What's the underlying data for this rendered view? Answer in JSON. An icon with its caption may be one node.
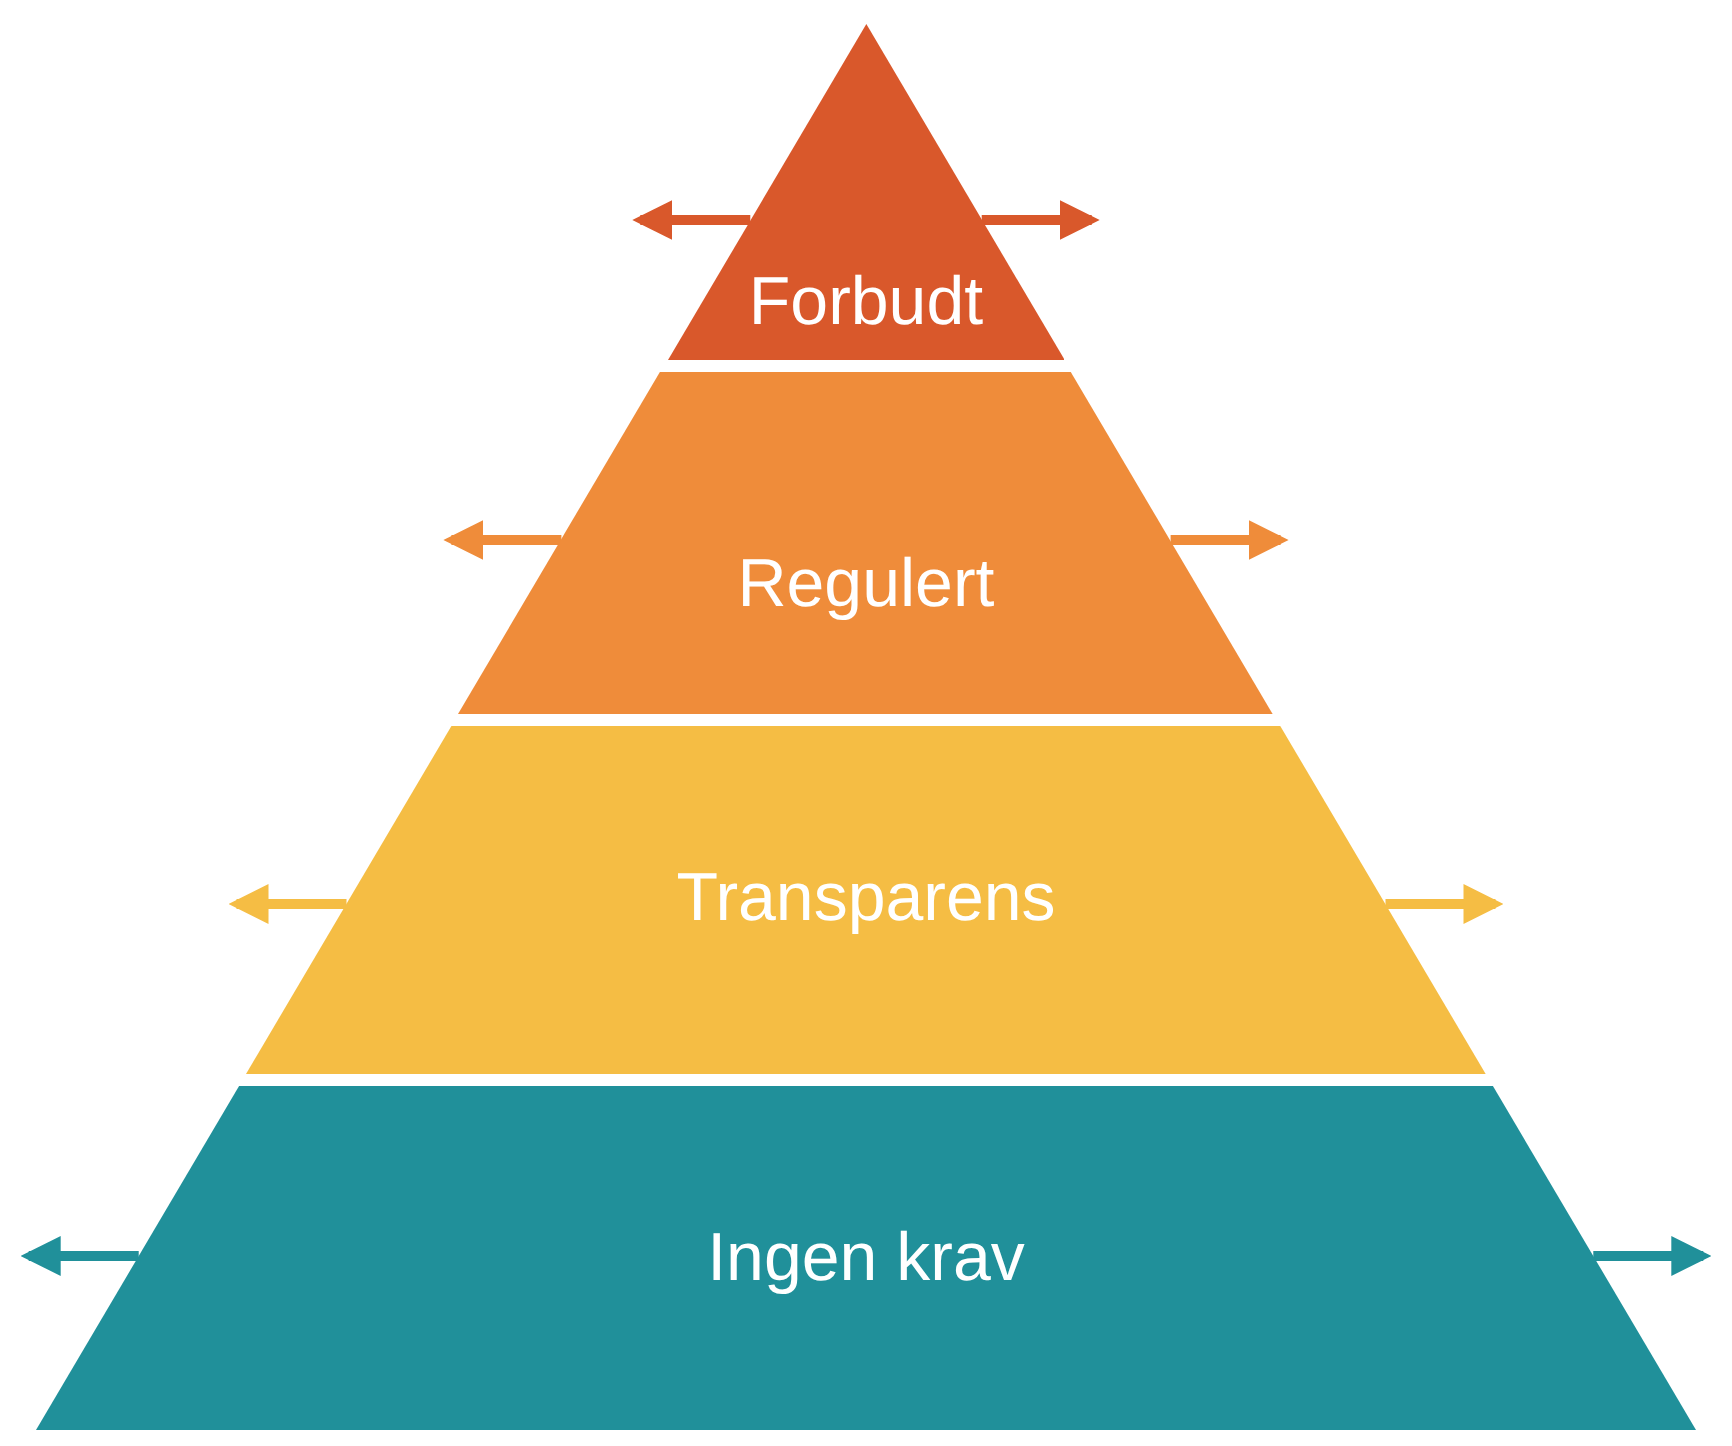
{
  "diagram": {
    "nodes": [
      {
        "text": [
          "Forbudt"
        ]
      },
      {
        "text": [
          "Regulert"
        ]
      },
      {
        "text": [
          "Transparens"
        ]
      },
      {
        "text": [
          "Ingen krav"
        ]
      }
    ],
    "edges": [
      {
        "from": 0,
        "to": null,
        "arrow": "to",
        "color": "#d9582b"
      },
      {
        "from": 0,
        "to": null,
        "arrow": "to",
        "color": "#d9582b"
      },
      {
        "from": 1,
        "to": null,
        "arrow": "to",
        "color": "#ef8c3a"
      },
      {
        "from": 1,
        "to": null,
        "arrow": "to",
        "color": "#ef8c3a"
      },
      {
        "from": 2,
        "to": null,
        "arrow": "to",
        "color": "#f5bd44"
      },
      {
        "from": 2,
        "to": null,
        "arrow": "to",
        "color": "#f5bd44"
      },
      {
        "from": 3,
        "to": null,
        "arrow": "to",
        "color": "#20909a"
      },
      {
        "from": 3,
        "to": null,
        "arrow": "to",
        "color": "#20909a"
      }
    ]
  }
}
